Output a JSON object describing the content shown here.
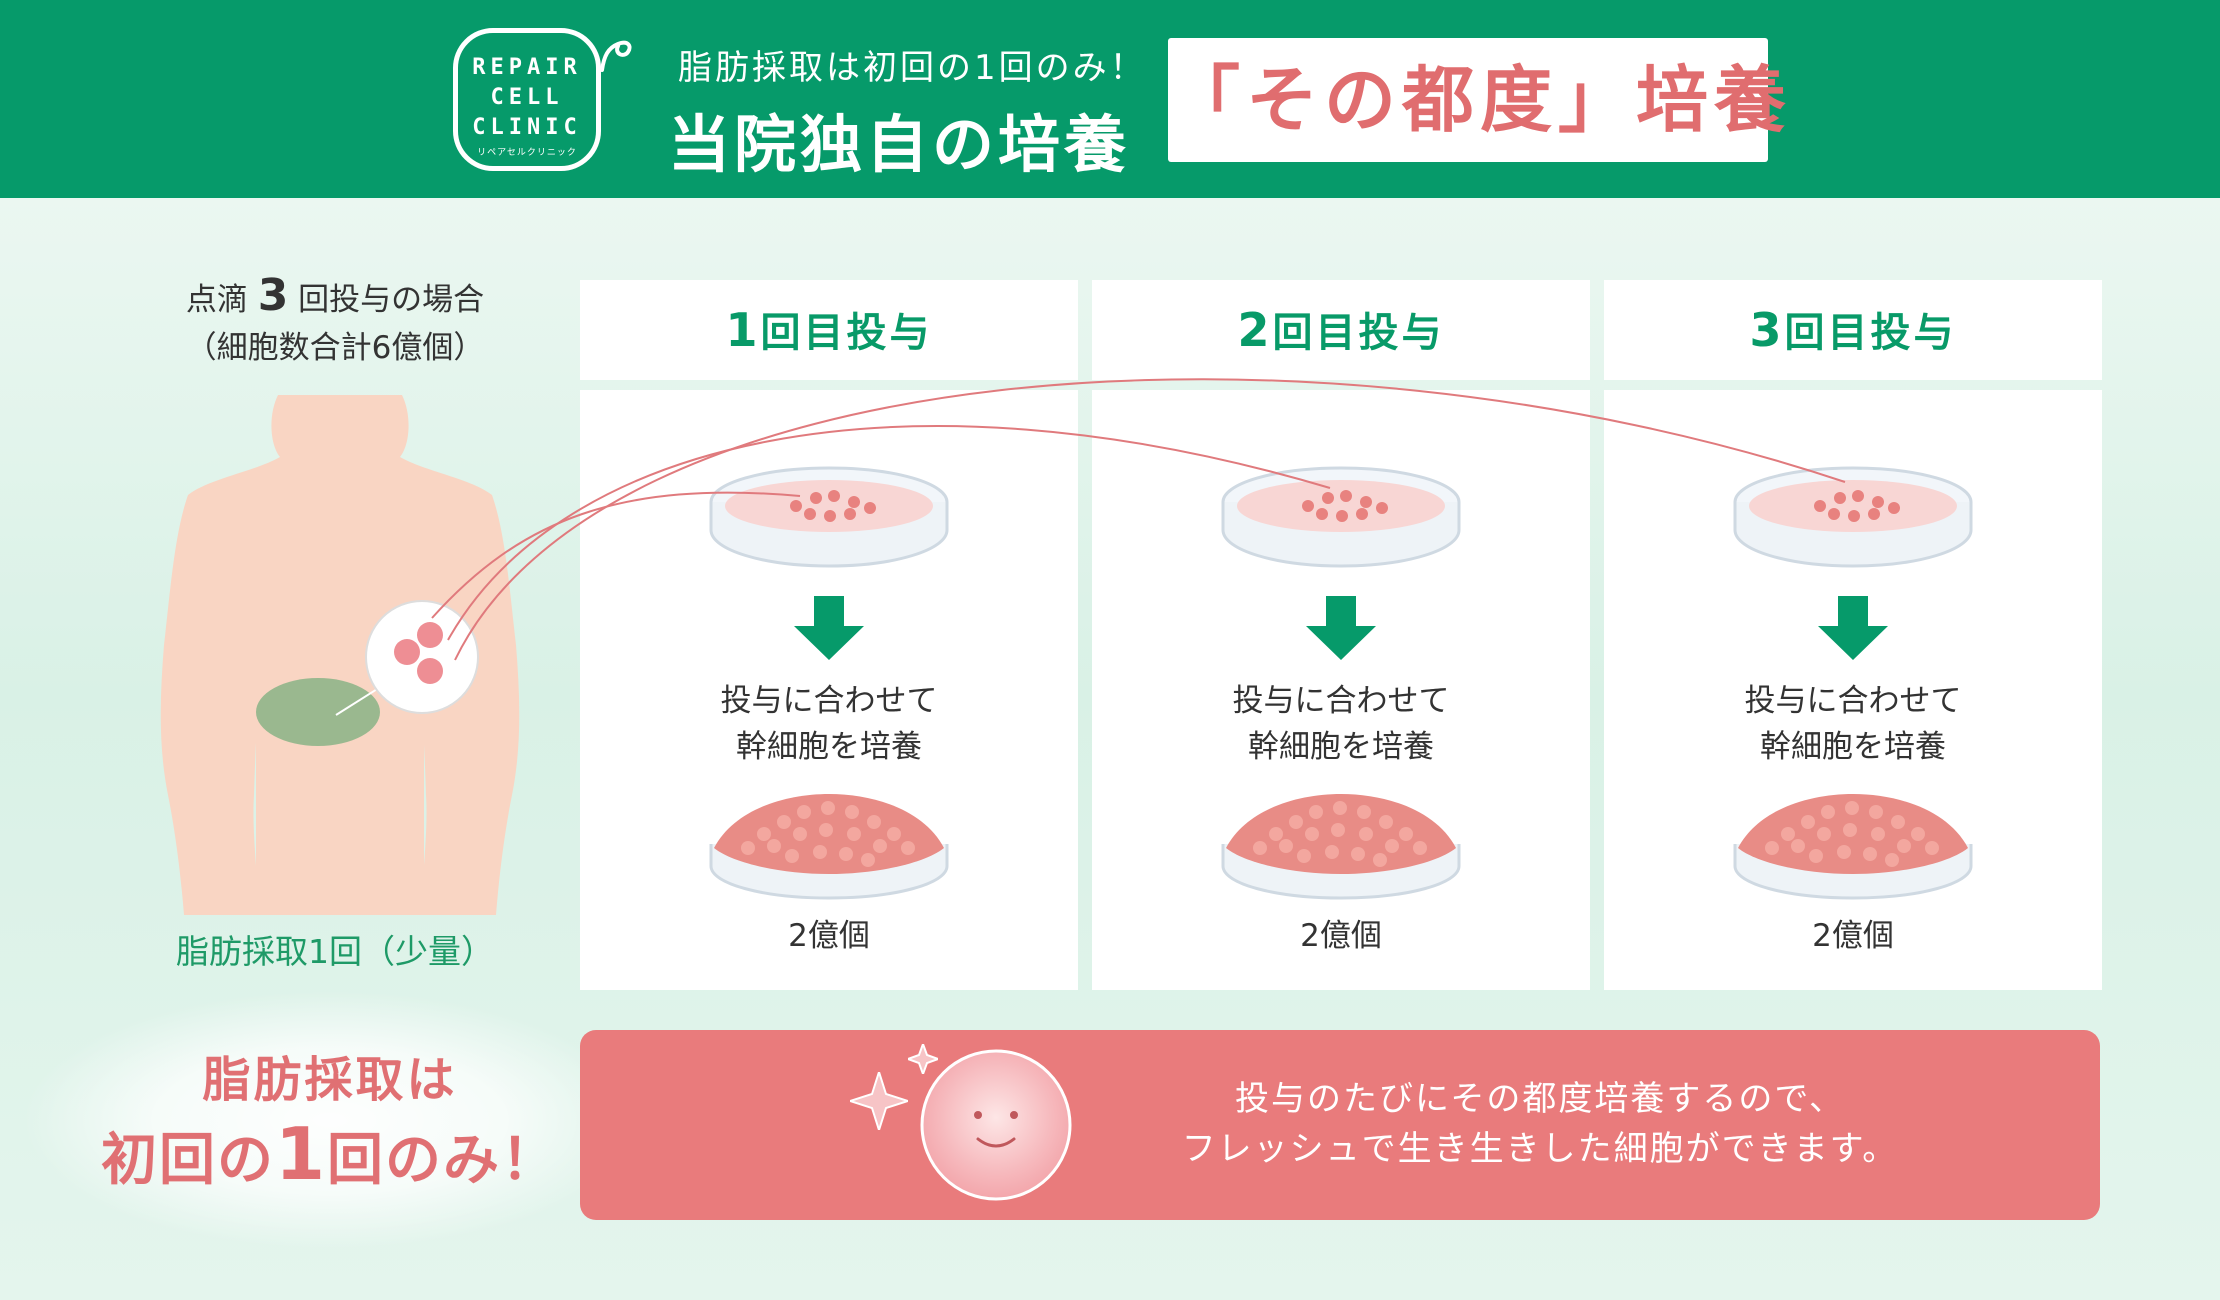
{
  "header": {
    "logo_lines": [
      "REPAIR",
      "CELL",
      "CLINIC"
    ],
    "logo_sub": "リペアセルクリニック",
    "subtitle": "脂肪採取は初回の1回のみ！",
    "title": "当院独自の培養",
    "highlight": "「その都度」培養"
  },
  "left": {
    "caption_pre": "点滴",
    "caption_num": "3",
    "caption_post": "回投与の場合",
    "caption_line2": "（細胞数合計6億個）",
    "fat_label": "脂肪採取1回（少量）",
    "bottom_line1": "脂肪採取は",
    "bottom_pre": "初回の",
    "bottom_num": "1",
    "bottom_post": "回のみ！"
  },
  "columns": [
    {
      "num": "1",
      "label": "回目投与",
      "line1": "投与に合わせて",
      "line2": "幹細胞を培養",
      "count": "2億個"
    },
    {
      "num": "2",
      "label": "回目投与",
      "line1": "投与に合わせて",
      "line2": "幹細胞を培養",
      "count": "2億個"
    },
    {
      "num": "3",
      "label": "回目投与",
      "line1": "投与に合わせて",
      "line2": "幹細胞を培養",
      "count": "2億個"
    }
  ],
  "banner": {
    "line1": "投与のたびにその都度培養するので、",
    "line2": "フレッシュで生き生きした細胞ができます。"
  },
  "colors": {
    "green": "#069a6a",
    "pink": "#e97b7c",
    "skin": "#f9d5c3",
    "fat": "#8fb58a"
  }
}
